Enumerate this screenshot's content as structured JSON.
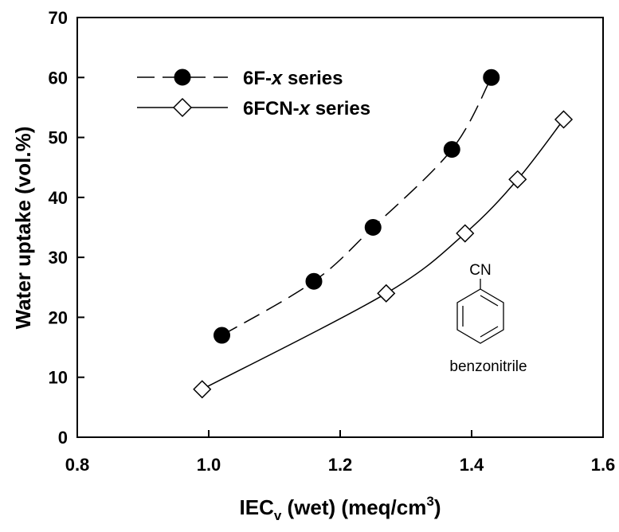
{
  "chart_data": {
    "type": "scatter",
    "xlabel": {
      "main": "IEC",
      "sub": "v",
      "rest": " (wet) (meq/cm",
      "sup": "3",
      "end": ")"
    },
    "ylabel": "Water uptake (vol.%)",
    "xlim": [
      0.8,
      1.6
    ],
    "ylim": [
      0,
      70
    ],
    "x_ticks": [
      "0.8",
      "1.0",
      "1.2",
      "1.4",
      "1.6"
    ],
    "y_ticks": [
      "0",
      "10",
      "20",
      "30",
      "40",
      "50",
      "60",
      "70"
    ],
    "grid": false,
    "legend_position": "top-left",
    "series": [
      {
        "name_parts": [
          "6F-",
          "x",
          " series"
        ],
        "marker": "filled-circle",
        "line_style": "dashed",
        "color": "#000000",
        "x": [
          1.02,
          1.16,
          1.25,
          1.37,
          1.43
        ],
        "y": [
          17,
          26,
          35,
          48,
          60
        ]
      },
      {
        "name_parts": [
          "6FCN-",
          "x",
          " series"
        ],
        "marker": "open-diamond",
        "line_style": "solid",
        "color": "#000000",
        "x": [
          0.99,
          1.27,
          1.39,
          1.47,
          1.54
        ],
        "y": [
          8,
          24,
          34,
          43,
          53
        ]
      }
    ],
    "annotation": {
      "group_label": "CN",
      "molecule_name": "benzonitrile",
      "icon": "benzene-ring-icon"
    }
  }
}
